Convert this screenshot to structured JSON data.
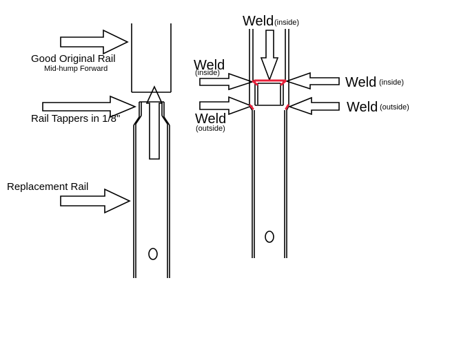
{
  "labels": {
    "good_rail": "Good Original Rail",
    "mid_hump": "Mid-hump Forward",
    "tappers": "Rail Tappers in 1/8\"",
    "replacement": "Replacement Rail",
    "weld_top": "Weld",
    "weld_top_sub": "(inside)",
    "weld_ul": "Weld",
    "weld_ul_sub": "(inside)",
    "weld_ll": "Weld",
    "weld_ll_sub": "(outside)",
    "weld_ur": "Weld",
    "weld_ur_sub": "(inside)",
    "weld_lr": "Weld",
    "weld_lr_sub": "(outside)"
  },
  "colors": {
    "line": "#000000",
    "weld": "#e8203a",
    "background": "#ffffff"
  }
}
